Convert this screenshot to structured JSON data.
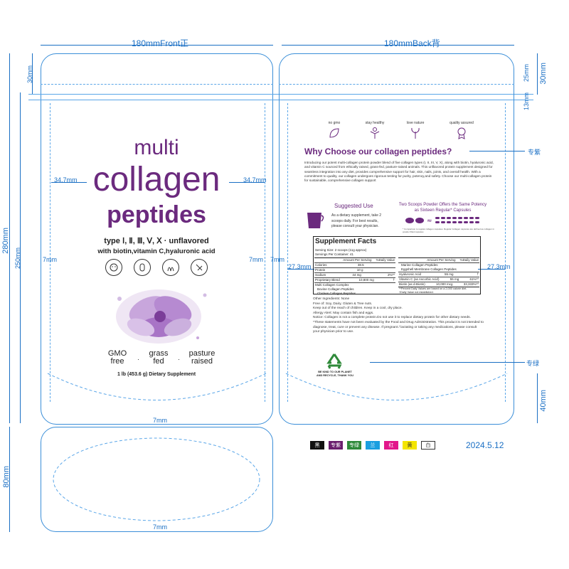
{
  "dimensions": {
    "front_width": "180mmFront正",
    "back_width": "180mmBack背",
    "side_34": "34.7mm",
    "side_34b": "34.7mm",
    "side_27": "27.3mm",
    "side_27b": "27.3mm",
    "height_280": "280mm",
    "height_250": "250mm",
    "top_30_left": "30mm",
    "top_30_right": "30mm",
    "top_25": "25mm",
    "top_13": "13mm",
    "bottom_40": "40mm",
    "bottom_80": "80mm",
    "margin_7_a": "7mm",
    "margin_7_b": "7mm",
    "margin_7_c": "7mm",
    "margin_7_d": "7mm",
    "margin_7_e": "7mm"
  },
  "front": {
    "title_line1": "multi",
    "title_line2": "collagen",
    "title_line3": "peptides",
    "types": "type Ⅰ, Ⅱ, Ⅲ, Ⅴ, Ⅹ · unflavored",
    "with": "with biotin,vitamin C,hyaluronic acid",
    "badges": [
      {
        "line1": "GMO",
        "line2": "free"
      },
      {
        "line1": "grass",
        "line2": "fed"
      },
      {
        "line1": "pasture",
        "line2": "raised"
      }
    ],
    "net_weight": "1 lb (453.6 g) Dietary Supplement"
  },
  "back": {
    "icons": [
      {
        "label": "no gmo",
        "icon": "leaf-icon"
      },
      {
        "label": "stay healthy",
        "icon": "person-icon"
      },
      {
        "label": "love nature",
        "icon": "plant-icon"
      },
      {
        "label": "quality assured",
        "icon": "award-icon"
      }
    ],
    "heading": "Why Choose our collagen peptides?",
    "heading_note": "专紫",
    "intro": "Introducing our potent multi-collagen protein powder blend of five collagen types (I, II, III, V, X), along with biotin, hyaluronic acid, and vitamin C sourced from ethically raised, grass-fed, pasture-raised animals. This unflavored protein supplement designed for seamless integration into any diet, provides comprehensive support for hair, skin, nails, joints, and overall health. With a commitment to quality, our collagen undergoes rigorous testing for purity, potency,and safety. Choose our multi-collagen protein for sustainable, comprehensive collagen support",
    "suggested_use_title": "Suggested Use",
    "suggested_use_text": "As a dietary supplement, take 2 scoops daily. For best results, please consult your physician.",
    "two_scoops_title": "Two Scoops Powder Offers the Same Potency as Sixteen Regular* Capsules",
    "two_scoops_note": "* Comparison to regular collagen capsules. Regular Collagen capsules are defined as collagen in powder filled capsules",
    "facts": {
      "title": "Supplement Facts",
      "serving_size": "Serving Size: 2 scoops (11g approx)",
      "servings": "Servings Per Container: 41",
      "header_amount": "Amount Per Serving",
      "header_dv": "%Daily Value",
      "rows_left": [
        {
          "name": "Calories",
          "amount": "38.5",
          "dv": ""
        },
        {
          "name": "Protein",
          "amount": "10 g",
          "dv": ""
        },
        {
          "name": "Sodium",
          "amount": "44 mg",
          "dv": "2%**"
        },
        {
          "name": "Proprietary Blend",
          "amount": "10,800 mg",
          "dv": "†"
        },
        {
          "name": "Multi Collagen Complex",
          "amount": "",
          "dv": ""
        },
        {
          "name": "Bovine Collagen Peptides",
          "amount": "",
          "dv": ""
        },
        {
          "name": "Chicken Collagen Peptides",
          "amount": "",
          "dv": ""
        }
      ],
      "rows_right": [
        {
          "name": "Marine Collagen Peptides",
          "amount": "",
          "dv": ""
        },
        {
          "name": "Eggshell Membrane Collagen Peptides",
          "amount": "",
          "dv": ""
        },
        {
          "name": "Hyaluronic Acid",
          "amount": "55 mg",
          "dv": "†"
        },
        {
          "name": "Vitamin C (as Ascorbic Acid)",
          "amount": "55 mg",
          "dv": "61%**"
        },
        {
          "name": "Biotin (as d-Biotin)",
          "amount": "10,000 mcg",
          "dv": "33,333%**"
        }
      ],
      "footnote1": "**Percent Daily Values are based on a 2,000 calorie diet.",
      "footnote2": "†Daily Value not established."
    },
    "other_ingredients": "Other Ingredients:  None",
    "free_of": "Free of: Soy, Dairy, Gluten & Tree nuts.",
    "storage": "Keep out of the reach of children. Keep in a cool, dry place.",
    "allergy": "Allergy Alert: May contain fish and eggs.",
    "notice": "Notice: Collagen is not a complete protein.Do not use it to replace dietary protein for other dietary needs.",
    "fda": "*These statements have not been evaluated by the Food and Drug Administration. This product is not intended to diagnose, treat, cure or prevent any disease. If pregnant / lactating or taking any medications, please  consult your physician prior to use.",
    "recycle_text1": "BE KIND TO OUR PLANET",
    "recycle_text2": "AND RECYCLE, THANK YOU",
    "recycle_note": "专绿"
  },
  "swatches": [
    {
      "label": "黑",
      "color": "#111111"
    },
    {
      "label": "专紫",
      "color": "#6b1f6e"
    },
    {
      "label": "专绿",
      "color": "#2f8a3a"
    },
    {
      "label": "兰",
      "color": "#1a9fe0"
    },
    {
      "label": "红",
      "color": "#e2178b"
    },
    {
      "label": "黄",
      "color": "#f4e500"
    },
    {
      "label": "白",
      "color": "#ffffff"
    }
  ],
  "date": "2024.5.12"
}
